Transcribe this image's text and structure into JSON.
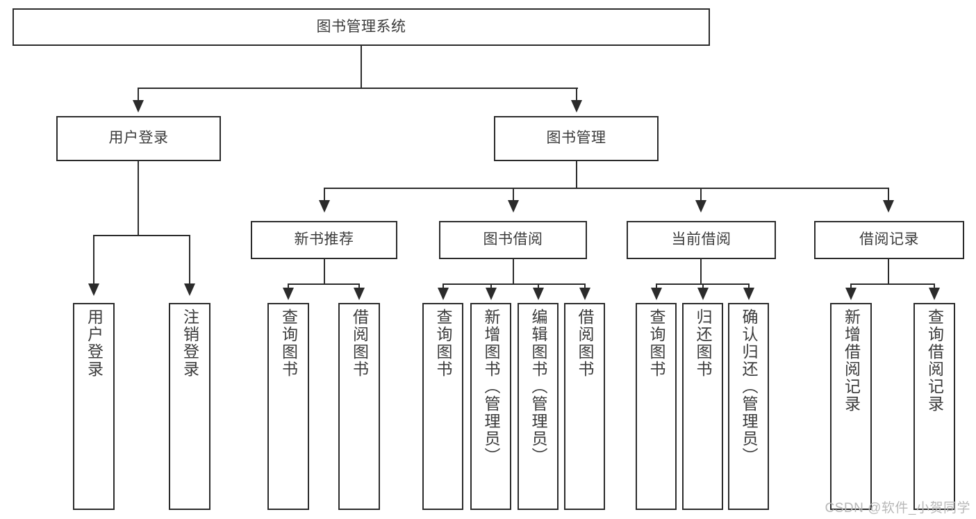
{
  "diagram": {
    "type": "tree",
    "title": "图书管理系统",
    "watermark": "CSDN @软件_小贺同学",
    "colors": {
      "box_border": "#2b2b2b",
      "box_fill": "#ffffff",
      "text": "#3b3b3b",
      "connector": "#2b2b2b",
      "watermark": "#b8b8b8",
      "background": "#ffffff"
    },
    "nodes": {
      "root": {
        "label": "图书管理系统",
        "level": 1
      },
      "l2": [
        {
          "id": "user-login",
          "label": "用户登录",
          "level": 2
        },
        {
          "id": "book-manage",
          "label": "图书管理",
          "level": 2
        }
      ],
      "l3": [
        {
          "id": "new-book-recommend",
          "label": "新书推荐",
          "level": 3,
          "parent": "book-manage"
        },
        {
          "id": "book-borrow",
          "label": "图书借阅",
          "level": 3,
          "parent": "book-manage"
        },
        {
          "id": "current-borrow",
          "label": "当前借阅",
          "level": 3,
          "parent": "book-manage"
        },
        {
          "id": "borrow-record",
          "label": "借阅记录",
          "level": 3,
          "parent": "book-manage"
        }
      ],
      "leaves": [
        {
          "id": "leaf-user-login",
          "label": "用户登录",
          "parent": "user-login"
        },
        {
          "id": "leaf-user-logout",
          "label": "注销登录",
          "parent": "user-login"
        },
        {
          "id": "leaf-query-book-1",
          "label": "查询图书",
          "parent": "new-book-recommend"
        },
        {
          "id": "leaf-borrow-book-1",
          "label": "借阅图书",
          "parent": "new-book-recommend"
        },
        {
          "id": "leaf-query-book-2",
          "label": "查询图书",
          "parent": "book-borrow"
        },
        {
          "id": "leaf-add-book",
          "label": "新增图书（管理员）",
          "parent": "book-borrow"
        },
        {
          "id": "leaf-edit-book",
          "label": "编辑图书（管理员）",
          "parent": "book-borrow"
        },
        {
          "id": "leaf-borrow-book-2",
          "label": "借阅图书",
          "parent": "book-borrow"
        },
        {
          "id": "leaf-query-book-3",
          "label": "查询图书",
          "parent": "current-borrow"
        },
        {
          "id": "leaf-return-book",
          "label": "归还图书",
          "parent": "current-borrow"
        },
        {
          "id": "leaf-confirm-return",
          "label": "确认归还（管理员）",
          "parent": "current-borrow"
        },
        {
          "id": "leaf-add-record",
          "label": "新增借阅记录",
          "parent": "borrow-record"
        },
        {
          "id": "leaf-query-record",
          "label": "查询借阅记录",
          "parent": "borrow-record"
        }
      ]
    }
  }
}
